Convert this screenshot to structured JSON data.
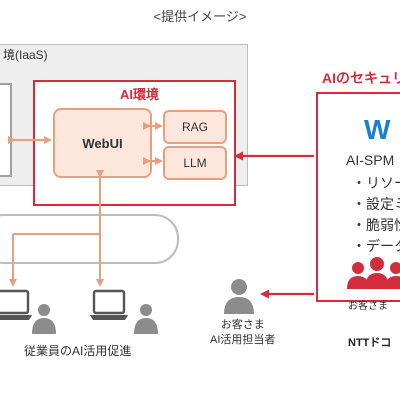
{
  "header": {
    "title": "<提供イメージ>"
  },
  "iaas": {
    "label": "境(IaaS)"
  },
  "ai_env": {
    "label": "AI環境",
    "webui": "WebUI",
    "rag": "RAG",
    "llm": "LLM"
  },
  "security": {
    "title": "AIのセキュリ",
    "product": "AI-SPM",
    "bullets": [
      "・リソー",
      "・設定ミ",
      "・脆弱性",
      "・データ"
    ],
    "customer_label": "お客さま",
    "provider": "NTTドコ"
  },
  "captions": {
    "employees": "従業員のAI活用促進",
    "customer_ai_lines": [
      "お客さま",
      "AI活用担当者"
    ]
  },
  "colors": {
    "accent_red": "#d32c3d",
    "salmon": "#e6a080",
    "box_fill": "#fde7dc",
    "gray": "#8c8c8c",
    "logo_blue": "#1b7fd1"
  },
  "icons": [
    "laptop-icon",
    "person-icon",
    "person-group-icon"
  ]
}
